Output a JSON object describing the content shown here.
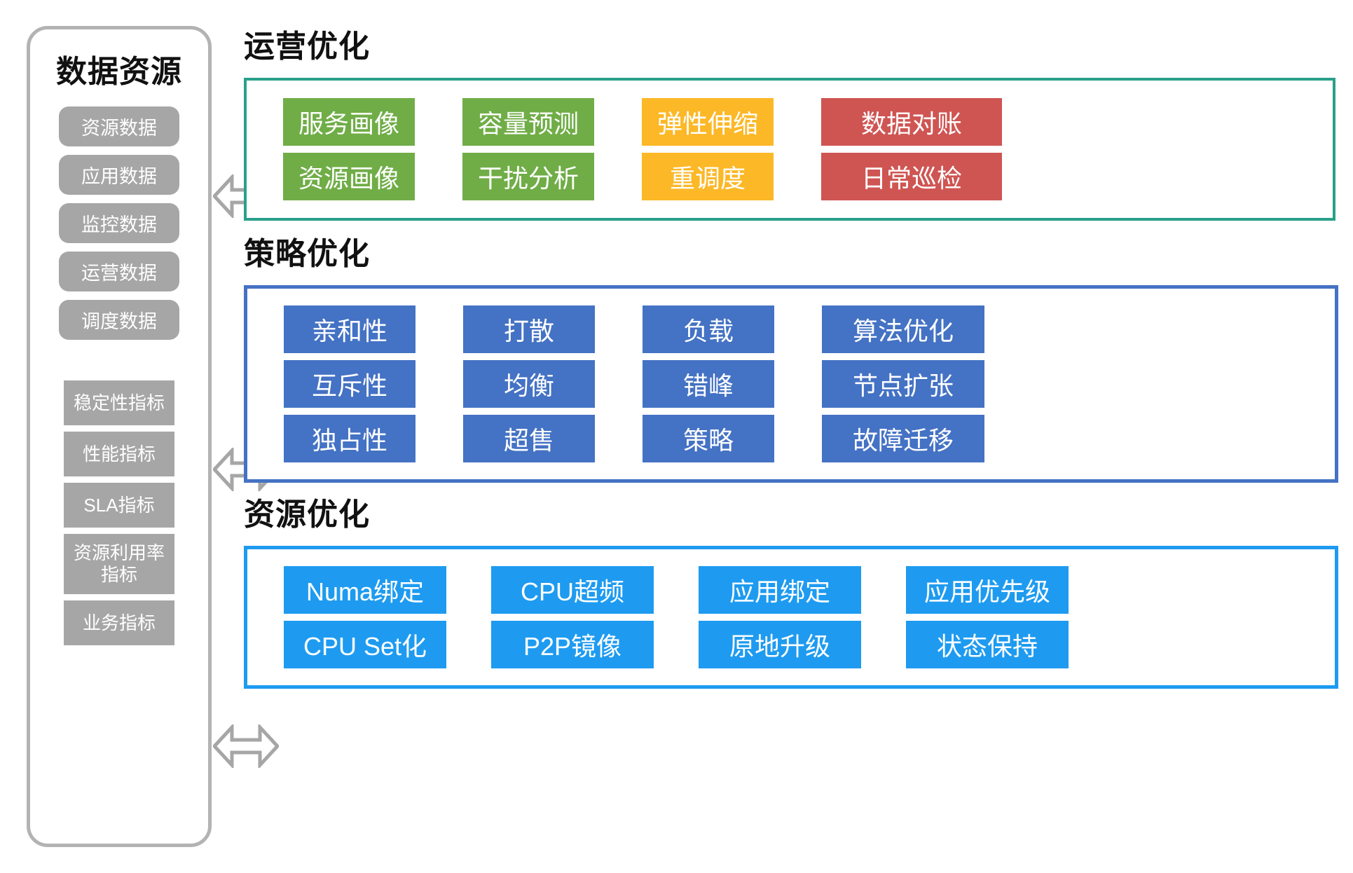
{
  "sidebar": {
    "title": "数据资源",
    "data_pills": [
      {
        "label": "资源数据"
      },
      {
        "label": "应用数据"
      },
      {
        "label": "监控数据"
      },
      {
        "label": "运营数据"
      },
      {
        "label": "调度数据"
      }
    ],
    "metric_chips": [
      {
        "label": "稳定性指标"
      },
      {
        "label": "性能指标"
      },
      {
        "label": "SLA指标"
      },
      {
        "label": "资源利用率指标"
      },
      {
        "label": "业务指标"
      }
    ],
    "pill_color": "#a6a6a6",
    "border_color": "#b3b3b3"
  },
  "connectors": [
    {
      "name": "ops-connector",
      "icon": "double-arrow-horizontal-icon"
    },
    {
      "name": "strategy-connector",
      "icon": "double-arrow-horizontal-icon"
    },
    {
      "name": "resource-connector",
      "icon": "double-arrow-horizontal-icon"
    }
  ],
  "sections": {
    "ops": {
      "title": "运营优化",
      "border_color": "#2aa08a",
      "columns": [
        {
          "color": "#70ad47",
          "tiles": [
            "服务画像",
            "资源画像"
          ]
        },
        {
          "color": "#70ad47",
          "tiles": [
            "容量预测",
            "干扰分析"
          ]
        },
        {
          "color": "#fcb827",
          "tiles": [
            "弹性伸缩",
            "重调度"
          ]
        },
        {
          "color": "#cf5553",
          "tiles": [
            "数据对账",
            "日常巡检"
          ]
        }
      ]
    },
    "strategy": {
      "title": "策略优化",
      "border_color": "#4472c4",
      "tile_color": "#4472c4",
      "columns": [
        {
          "tiles": [
            "亲和性",
            "互斥性",
            "独占性"
          ]
        },
        {
          "tiles": [
            "打散",
            "均衡",
            "超售"
          ]
        },
        {
          "tiles": [
            "负载",
            "错峰",
            "策略"
          ]
        },
        {
          "tiles": [
            "算法优化",
            "节点扩张",
            "故障迁移"
          ]
        }
      ]
    },
    "resource": {
      "title": "资源优化",
      "border_color": "#1e9bf0",
      "tile_color": "#1e9bf0",
      "columns": [
        {
          "tiles": [
            "Numa绑定",
            "CPU Set化"
          ]
        },
        {
          "tiles": [
            "CPU超频",
            "P2P镜像"
          ]
        },
        {
          "tiles": [
            "应用绑定",
            "原地升级"
          ]
        },
        {
          "tiles": [
            "应用优先级",
            "状态保持"
          ]
        }
      ]
    }
  }
}
